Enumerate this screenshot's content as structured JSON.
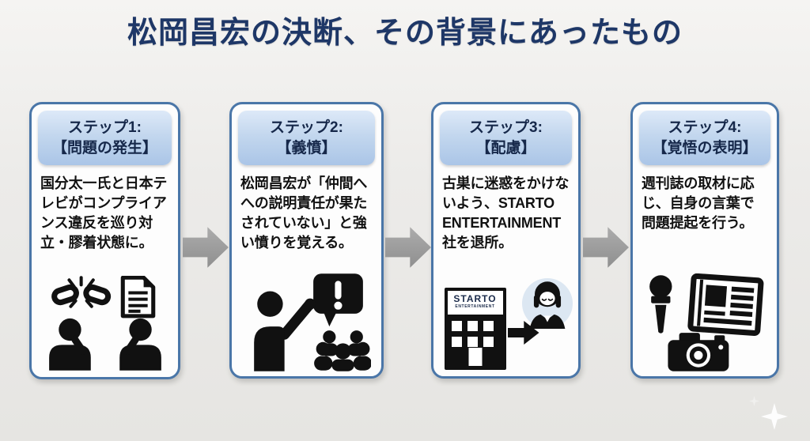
{
  "title": "松岡昌宏の決断、その背景にあったもの",
  "colors": {
    "title_text": "#1e3767",
    "card_border": "#4a76a8",
    "badge_bg_top": "#dde9f8",
    "badge_bg_bottom": "#aac5e7",
    "badge_text": "#16284a",
    "body_text": "#111111",
    "arrow_gray": "#9b9b9b",
    "background": "#ecebe9",
    "icon_black": "#111111",
    "bow_circle_bg": "#dce7f2",
    "sign_accent_teal": "#2a9d8f"
  },
  "steps": [
    {
      "header_line1": "ステップ1:",
      "header_line2": "【問題の発生】",
      "body": "国分太一氏と日本テレビがコンプライアンス違反を巡り対立・膠着状態に。",
      "icons": [
        "broken-chain-icon",
        "document-icon",
        "two-people-facing-icon"
      ]
    },
    {
      "header_line1": "ステップ2:",
      "header_line2": "【義憤】",
      "body": "松岡昌宏が「仲間へへの説明責任が果たされていない」と強い憤りを覚える。",
      "icons": [
        "speaking-person-icon",
        "exclamation-bubble-icon",
        "crowd-icon"
      ]
    },
    {
      "header_line1": "ステップ3:",
      "header_line2": "【配慮】",
      "body": "古巣に迷惑をかけないよう、STARTO ENTERTAINMENT社を退所。",
      "building_sign": {
        "line1": "STARTO",
        "line2": "ENTERTAINMENT"
      },
      "icons": [
        "office-building-icon",
        "exit-arrow-icon",
        "bowing-person-icon"
      ]
    },
    {
      "header_line1": "ステップ4:",
      "header_line2": "【覚悟の表明】",
      "body": "週刊誌の取材に応じ、自身の言葉で問題提起を行う。",
      "icons": [
        "microphone-icon",
        "newspaper-icon",
        "camera-icon"
      ]
    }
  ],
  "decor": {
    "sparkle": "four-point-star"
  }
}
